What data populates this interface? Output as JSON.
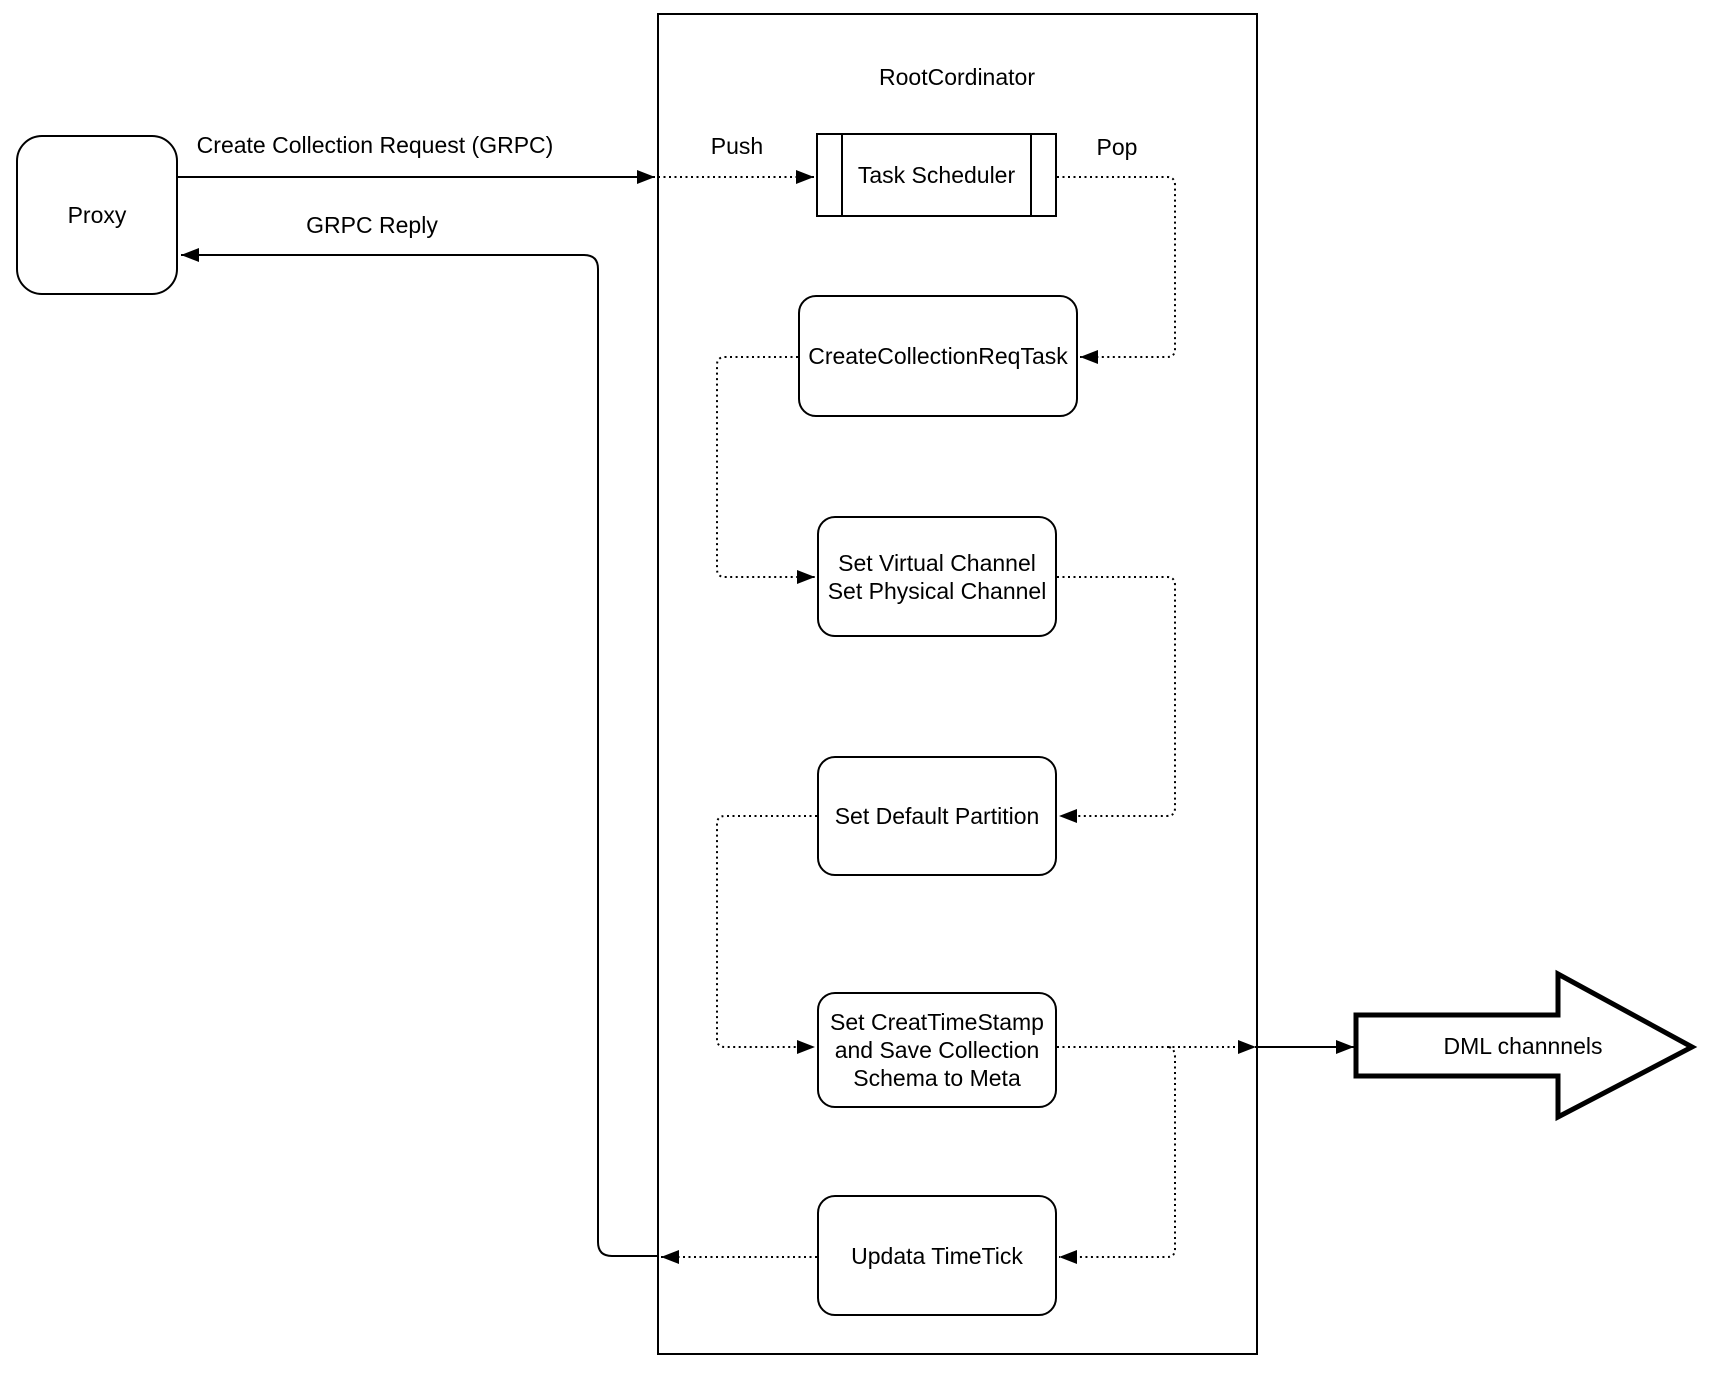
{
  "diagram": {
    "colors": {
      "stroke": "#000000",
      "background": "#ffffff"
    },
    "proxy": {
      "label": "Proxy"
    },
    "root": {
      "title": "RootCordinator"
    },
    "task_scheduler": {
      "label": "Task Scheduler"
    },
    "edges": {
      "create_request": "Create Collection Request (GRPC)",
      "grpc_reply": "GRPC Reply",
      "push": "Push",
      "pop": "Pop"
    },
    "tasks": {
      "create_collection_req": {
        "label": "CreateCollectionReqTask"
      },
      "set_channels": {
        "lines": [
          "Set Virtual Channel",
          "Set Physical Channel"
        ]
      },
      "set_default_partition": {
        "label": "Set Default Partition"
      },
      "set_timestamp": {
        "lines": [
          "Set CreatTimeStamp",
          "and Save Collection",
          "Schema to Meta"
        ]
      },
      "update_timetick": {
        "label": "Updata TimeTick"
      }
    },
    "dml": {
      "label": "DML channnels"
    }
  }
}
